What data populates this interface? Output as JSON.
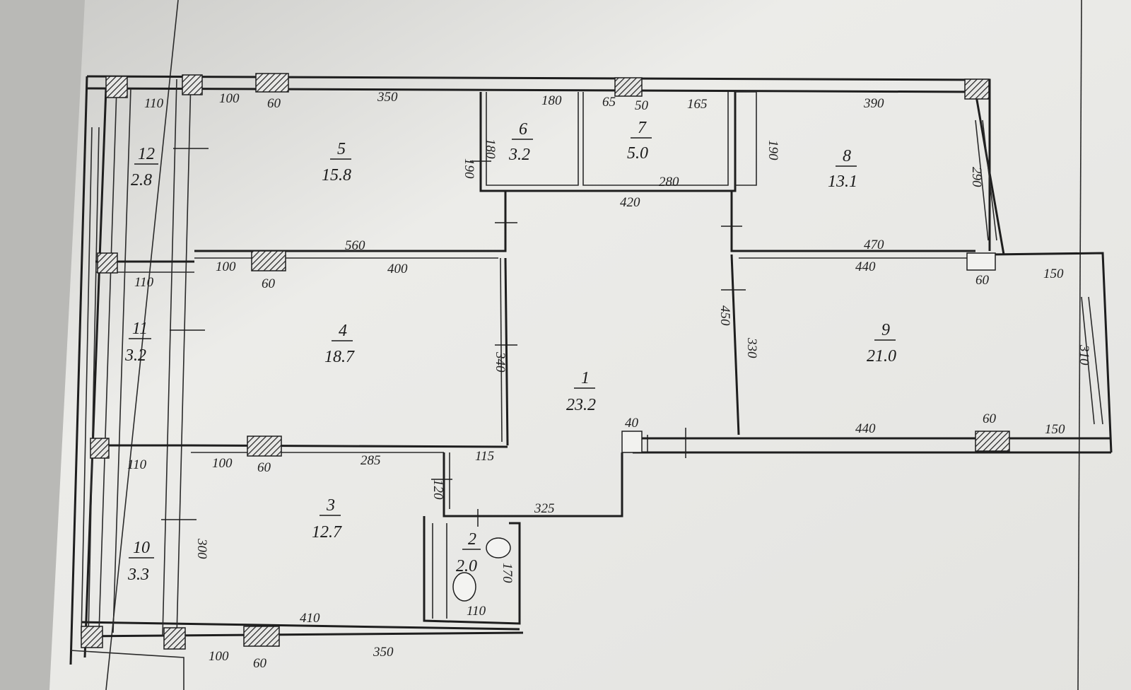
{
  "rooms": [
    {
      "number": "1",
      "area": "23.2"
    },
    {
      "number": "2",
      "area": "2.0"
    },
    {
      "number": "3",
      "area": "12.7"
    },
    {
      "number": "4",
      "area": "18.7"
    },
    {
      "number": "5",
      "area": "15.8"
    },
    {
      "number": "6",
      "area": "3.2"
    },
    {
      "number": "7",
      "area": "5.0"
    },
    {
      "number": "8",
      "area": "13.1"
    },
    {
      "number": "9",
      "area": "21.0"
    },
    {
      "number": "10",
      "area": "3.3"
    },
    {
      "number": "11",
      "area": "3.2"
    },
    {
      "number": "12",
      "area": "2.8"
    }
  ],
  "dimensions": [
    "110",
    "100",
    "60",
    "350",
    "180",
    "65",
    "50",
    "165",
    "390",
    "190",
    "180",
    "190",
    "290",
    "280",
    "420",
    "560",
    "470",
    "110",
    "100",
    "60",
    "400",
    "440",
    "60",
    "150",
    "340",
    "450",
    "330",
    "310",
    "40",
    "440",
    "60",
    "150",
    "110",
    "100",
    "60",
    "285",
    "115",
    "120",
    "325",
    "300",
    "170",
    "410",
    "110",
    "100",
    "60",
    "350"
  ]
}
